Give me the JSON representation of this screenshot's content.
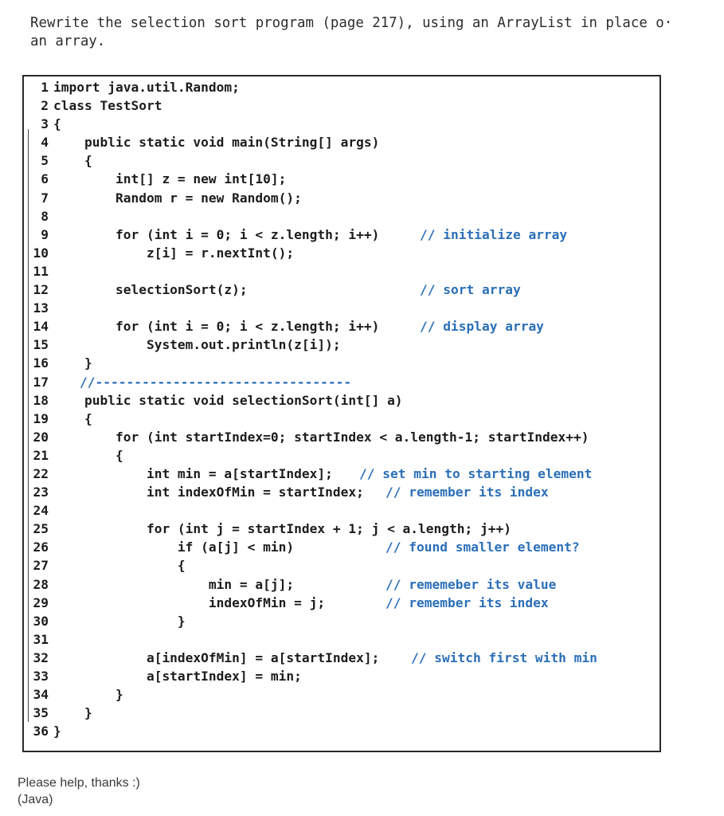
{
  "question": {
    "line1": "Rewrite the selection sort program (page 217), using an ArrayList in place o·",
    "line2": "an array."
  },
  "code": {
    "lines": [
      {
        "num": "1",
        "text": "import java.util.Random;",
        "comment": ""
      },
      {
        "num": "2",
        "text": "class TestSort",
        "comment": ""
      },
      {
        "num": "3",
        "text": "{",
        "comment": ""
      },
      {
        "num": "4",
        "text": "    public static void main(String[] args)",
        "comment": ""
      },
      {
        "num": "5",
        "text": "    {",
        "comment": ""
      },
      {
        "num": "6",
        "text": "        int[] z = new int[10];",
        "comment": ""
      },
      {
        "num": "7",
        "text": "        Random r = new Random();",
        "comment": ""
      },
      {
        "num": "8",
        "text": "",
        "comment": ""
      },
      {
        "num": "9",
        "text": "        for (int i = 0; i < z.length; i++)",
        "comment": "// initialize array"
      },
      {
        "num": "10",
        "text": "            z[i] = r.nextInt();",
        "comment": ""
      },
      {
        "num": "11",
        "text": "",
        "comment": ""
      },
      {
        "num": "12",
        "text": "        selectionSort(z);",
        "comment": "// sort array"
      },
      {
        "num": "13",
        "text": "",
        "comment": ""
      },
      {
        "num": "14",
        "text": "        for (int i = 0; i < z.length; i++)",
        "comment": "// display array"
      },
      {
        "num": "15",
        "text": "            System.out.println(z[i]);",
        "comment": ""
      },
      {
        "num": "16",
        "text": "    }",
        "comment": ""
      },
      {
        "num": "17",
        "text": "",
        "comment": "//---------------------------------"
      },
      {
        "num": "18",
        "text": "    public static void selectionSort(int[] a)",
        "comment": ""
      },
      {
        "num": "19",
        "text": "    {",
        "comment": ""
      },
      {
        "num": "20",
        "text": "        for (int startIndex=0; startIndex < a.length-1; startIndex++)",
        "comment": ""
      },
      {
        "num": "21",
        "text": "        {",
        "comment": ""
      },
      {
        "num": "22",
        "text": "            int min = a[startIndex];",
        "comment": "// set min to starting element"
      },
      {
        "num": "23",
        "text": "            int indexOfMin = startIndex;",
        "comment": "// remember its index"
      },
      {
        "num": "24",
        "text": "",
        "comment": ""
      },
      {
        "num": "25",
        "text": "            for (int j = startIndex + 1; j < a.length; j++)",
        "comment": ""
      },
      {
        "num": "26",
        "text": "                if (a[j] < min)",
        "comment": "// found smaller element?"
      },
      {
        "num": "27",
        "text": "                {",
        "comment": ""
      },
      {
        "num": "28",
        "text": "                    min = a[j];",
        "comment": "// rememeber its value"
      },
      {
        "num": "29",
        "text": "                    indexOfMin = j;",
        "comment": "// remember its index"
      },
      {
        "num": "30",
        "text": "                }",
        "comment": ""
      },
      {
        "num": "31",
        "text": "",
        "comment": ""
      },
      {
        "num": "32",
        "text": "            a[indexOfMin] = a[startIndex];",
        "comment": "// switch first with min"
      },
      {
        "num": "33",
        "text": "            a[startIndex] = min;",
        "comment": ""
      },
      {
        "num": "34",
        "text": "        }",
        "comment": ""
      },
      {
        "num": "35",
        "text": "    }",
        "comment": ""
      },
      {
        "num": "36",
        "text": "}",
        "comment": ""
      }
    ]
  },
  "footer": {
    "line1": "Please help, thanks :)",
    "line2": "(Java)"
  },
  "colors": {
    "comment": "#2b6fb8",
    "code": "#1c1c1c"
  }
}
